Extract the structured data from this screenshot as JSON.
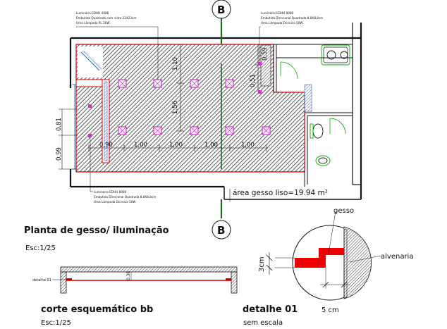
{
  "section_marker": "B",
  "fixture_labels": {
    "top_left": {
      "line1": "Luminária EDHH 4088",
      "line2": "Embutida Quadrada com vidro 23X23cm",
      "line3": "Uma Lâmpada PL 26W"
    },
    "top_right": {
      "line1": "Luminária EDHH 8080",
      "line2": "Embutida Direcional Quadrada 8,8X8,8cm",
      "line3": "Uma Lâmpada Dicroica 50W"
    },
    "bottom": {
      "line1": "Luminária EDHH 8080",
      "line2": "Embutida Direcional Quadrada 8,8X8,8cm",
      "line3": "Uma Lâmpada Dicroica 50W"
    }
  },
  "dimensions": {
    "h1": "0,90",
    "h2": "1,00",
    "h3": "1,00",
    "h4": "1,00",
    "h5": "1,00",
    "v1": "1,10",
    "v2": "1,56",
    "v3": "0,59",
    "v4": "0,51",
    "v5": "0,81",
    "v6": "0,99"
  },
  "area_text": "área gesso liso=19.94 m²",
  "plan_title": "Planta de gesso/ iluminação",
  "plan_scale": "Esc:1/25",
  "section": {
    "title": "corte esquemático bb",
    "scale": "Esc:1/25",
    "detail_label": "detalhe 01",
    "height_label": "0,36"
  },
  "detail": {
    "title": "detalhe 01",
    "subtitle": "sem escala",
    "gesso_label": "gesso",
    "alvenaria_label": "alvenaria",
    "dim_vertical": "3cm",
    "dim_horizontal": "5 cm"
  },
  "colors": {
    "fixture": "#cc33cc",
    "wall_outline": "#cc0000",
    "dimension": "#111111",
    "fixture_green": "#00aa00",
    "window_blue": "#3366cc",
    "column_green": "#226622"
  }
}
